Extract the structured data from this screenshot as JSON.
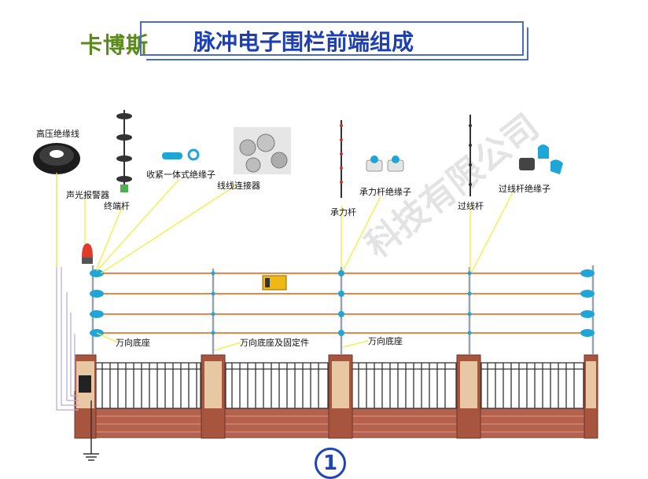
{
  "header": {
    "brand": "卡博斯",
    "title": "脉冲电子围栏前端组成"
  },
  "labels": {
    "hv_cable": "高压绝缘线",
    "alarm": "声光报警器",
    "end_pole": "终端杆",
    "tensioner": "收紧一体式绝缘子",
    "connector": "线线连接器",
    "load_pole": "承力杆",
    "load_insulator": "承力杆绝缘子",
    "pass_pole": "过线杆",
    "pass_insulator": "过线杆绝缘子",
    "base1": "万向底座",
    "base2": "万向底座及固定件",
    "base3": "万向底座"
  },
  "watermark": "科技有限公司",
  "page_number": "1",
  "colors": {
    "wire": "#e9874a",
    "insulator": "#1fa6d6",
    "pillar": "#b3573f",
    "title": "#1c3fb5",
    "brand": "#5a8a1a",
    "leader": "#f2ef3a"
  }
}
